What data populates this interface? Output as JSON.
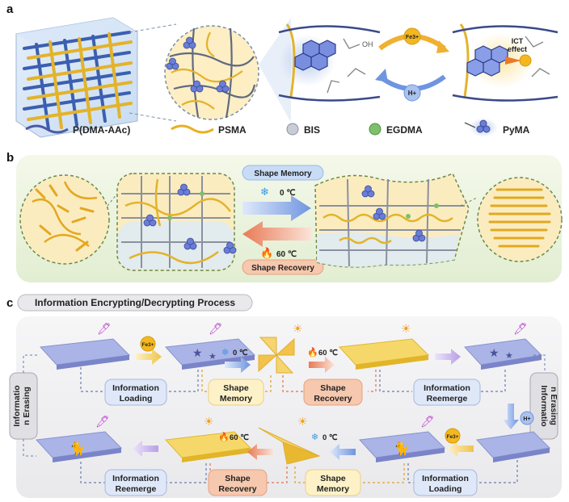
{
  "panels": {
    "a": "a",
    "b": "b",
    "c": "c"
  },
  "panel_a": {
    "ions": {
      "fe": "Fe3+",
      "h": "H+"
    },
    "ict_line1": "ICT",
    "ict_line2": "effect",
    "legend": [
      "P(DMA-AAc)",
      "PSMA",
      "BIS",
      "EGDMA",
      "PyMA"
    ],
    "colors": {
      "network_blue": "#4a5aa8",
      "psma_yellow": "#e8b020",
      "bis_gray": "#c8ccd4",
      "egdma_green": "#7fbf6a",
      "pyma_blue": "#5a6ed0"
    }
  },
  "panel_b": {
    "shape_memory": "Shape Memory",
    "shape_recovery": "Shape Recovery",
    "temp_cold": "0 ℃",
    "temp_hot": "60 ℃"
  },
  "panel_c": {
    "title": "Information Encrypting/Decrypting Process",
    "top_row": {
      "fe": "Fe3+",
      "temp_cold": "0 ℃",
      "temp_hot": "60 ℃",
      "boxes": [
        {
          "line1": "Information",
          "line2": "Loading"
        },
        {
          "line1": "Shape",
          "line2": "Memory"
        },
        {
          "line1": "Shape",
          "line2": "Recovery"
        },
        {
          "line1": "Information",
          "line2": "Reemerge"
        }
      ]
    },
    "bottom_row": {
      "fe": "Fe3+",
      "temp_cold": "0 ℃",
      "temp_hot": "60 ℃",
      "boxes": [
        {
          "line1": "Information",
          "line2": "Reemerge"
        },
        {
          "line1": "Shape",
          "line2": "Recovery"
        },
        {
          "line1": "Shape",
          "line2": "Memory"
        },
        {
          "line1": "Information",
          "line2": "Loading"
        }
      ]
    },
    "h_ion": "H+",
    "side_left": {
      "line1": "Informatio",
      "line2": "n Erasing"
    },
    "side_right": {
      "line1": "Informatio",
      "line2": "n Erasing"
    }
  }
}
